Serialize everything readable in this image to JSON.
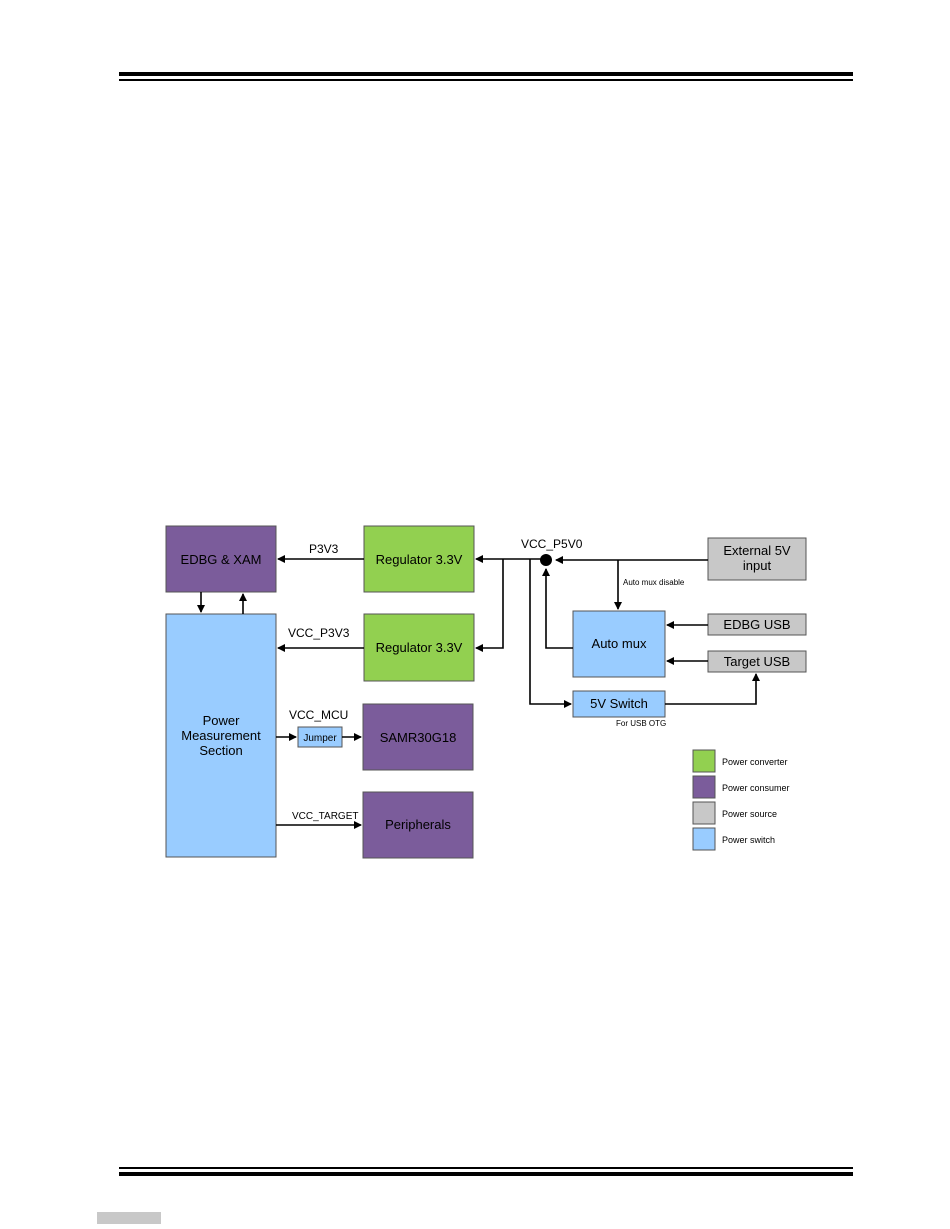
{
  "diagram": {
    "blocks": {
      "edbg_xam": "EDBG & XAM",
      "power_measurement": [
        "Power",
        "Measurement",
        "Section"
      ],
      "regulator_1": "Regulator 3.3V",
      "regulator_2": "Regulator 3.3V",
      "samr": "SAMR30G18",
      "peripherals": "Peripherals",
      "jumper": "Jumper",
      "external_5v": [
        "External 5V",
        "input"
      ],
      "edbg_usb": "EDBG USB",
      "target_usb": "Target USB",
      "auto_mux": "Auto mux",
      "switch_5v": "5V Switch"
    },
    "nets": {
      "p3v3": "P3V3",
      "vcc_p3v3": "VCC_P3V3",
      "vcc_mcu": "VCC_MCU",
      "vcc_target": "VCC_TARGET",
      "vcc_p5v0": "VCC_P5V0"
    },
    "notes": {
      "auto_mux_disable": "Auto mux disable",
      "for_usb_otg": "For USB OTG"
    },
    "legend": [
      {
        "label": "Power converter",
        "color": "#92d050"
      },
      {
        "label": "Power consumer",
        "color": "#7b5c9b"
      },
      {
        "label": "Power source",
        "color": "#c8c8c8"
      },
      {
        "label": "Power switch",
        "color": "#99ccff"
      }
    ],
    "colors": {
      "converter": "#92d050",
      "consumer": "#7b5c9b",
      "source": "#c8c8c8",
      "switch": "#99ccff"
    }
  }
}
